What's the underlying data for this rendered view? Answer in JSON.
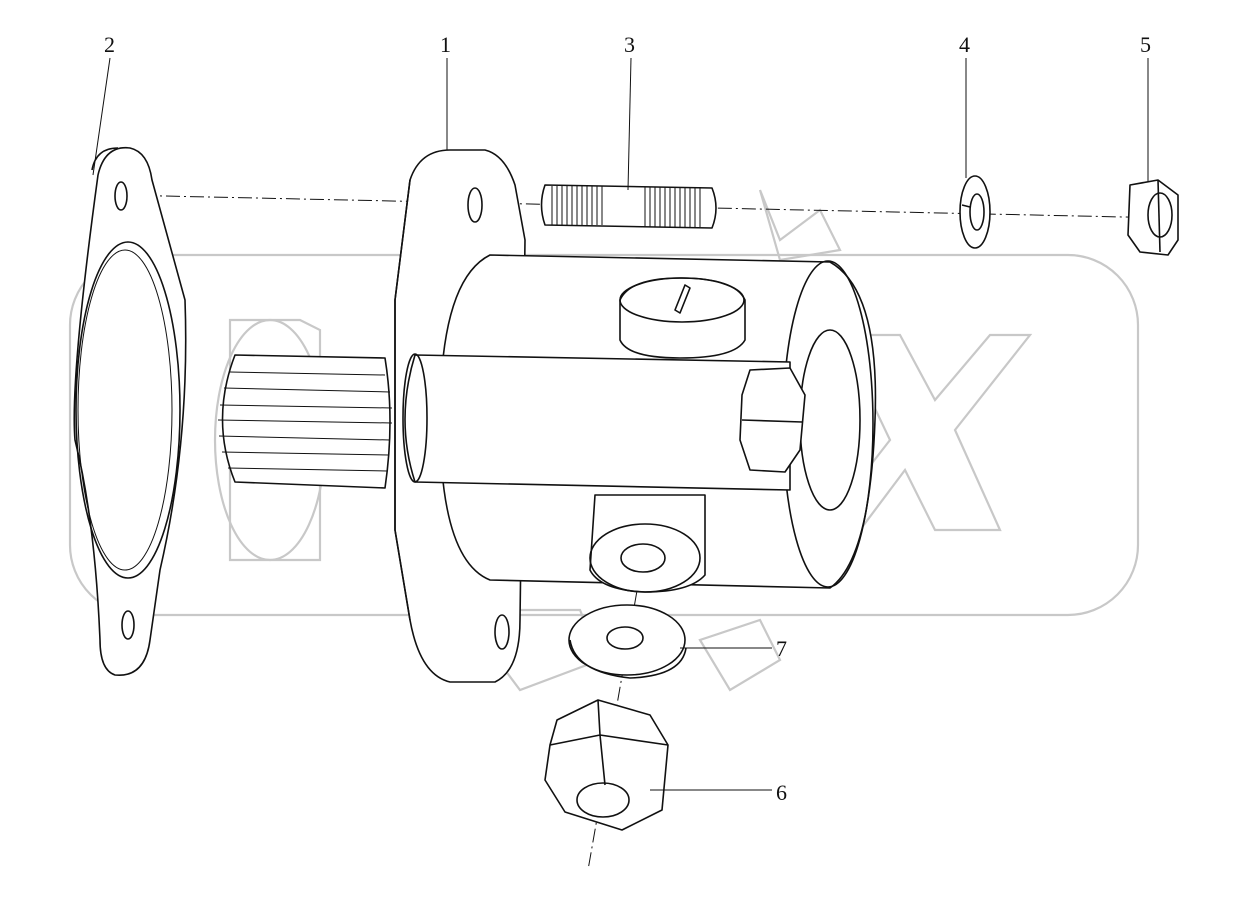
{
  "diagram": {
    "part_labels": [
      {
        "id": "1",
        "text": "1"
      },
      {
        "id": "2",
        "text": "2"
      },
      {
        "id": "3",
        "text": "3"
      },
      {
        "id": "4",
        "text": "4"
      },
      {
        "id": "5",
        "text": "5"
      },
      {
        "id": "6",
        "text": "6"
      },
      {
        "id": "7",
        "text": "7"
      }
    ],
    "watermark": "OPEX",
    "line_color": "#111111",
    "watermark_color": "#c8c8c8"
  }
}
